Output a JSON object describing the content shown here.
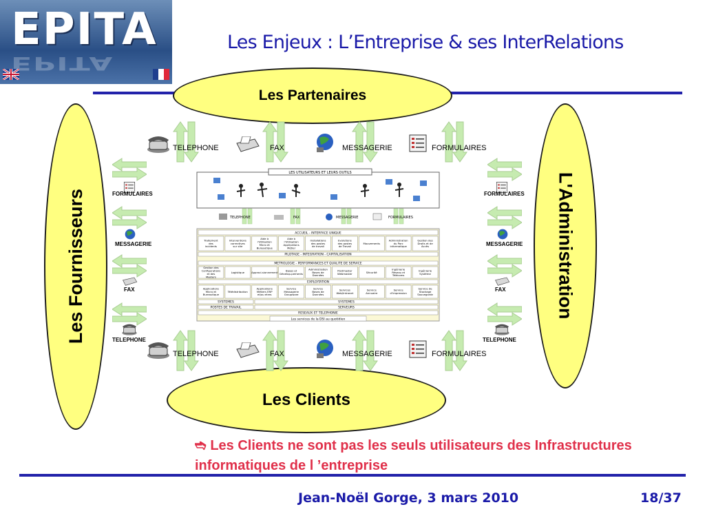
{
  "slide": {
    "logo_text": "EPITA",
    "title": "Les Enjeux : L’Entreprise & ses InterRelations",
    "partners": "Les Partenaires",
    "clients": "Les Clients",
    "suppliers": "Les Fournisseurs",
    "administration": "L'Administration",
    "channels_top": [
      "TELEPHONE",
      "FAX",
      "MESSAGERIE",
      "FORMULAIRES"
    ],
    "channels_bottom": [
      "TELEPHONE",
      "FAX",
      "MESSAGERIE",
      "FORMULAIRES"
    ],
    "left_labels": [
      "FORMULAIRES",
      "MESSAGERIE",
      "FAX",
      "TELEPHONE"
    ],
    "right_labels": [
      "FORMULAIRES",
      "MESSAGERIE",
      "FAX",
      "TELEPHONE"
    ],
    "note_arrow": "➬",
    "note_text": "Les Clients ne sont pas les seuls utilisateurs des Infrastructures informatiques de l ’entreprise",
    "author": "Jean-Noël Gorge, 3 mars 2010",
    "page": "18/37"
  },
  "diagram": {
    "users_header": "LES UTILISATEURS ET LEURS OUTILS",
    "inner_channels": [
      "TELEPHONE",
      "FAX",
      "MESSAGERIE",
      "FORMULAIRES"
    ],
    "accueil": "ACCUEIL - INTERFACE UNIQUE",
    "accueil_cells": [
      "Traitement des incidents",
      "Interventions correctives sur site",
      "Aide à l'Utilisation Micro et Bureautique",
      "Aide à l'Utilisation Applications Métier",
      "Installations des postes de travail",
      "Evolutions des postes de Travail",
      "Mouvements",
      "Administration du Parc informatique",
      "Gestion des Droits et de Accès"
    ],
    "pilotage": "PILOTAGE - INTEGRATION - CAPITALISATION",
    "metrologie": "METROLOGIE - PERFORMANCES ET QUALITE DE SERVICE",
    "metro_cells": [
      "Gestion des Configurations et des Masters",
      "Logistique",
      "Approvi-sionnement",
      "Bases et Dévelop-pements",
      "Administration Bases de Données",
      "Postmaster Webmaster",
      "Sécurité",
      "Ingénierie Réseau et Télécoms",
      "Ingénierie Système"
    ],
    "exploitation": "EXPLOITATION",
    "exploit_cells": [
      "Applications Micro et Bureautique",
      "Télédistribution",
      "Applications Métiers ERP et/ou etres",
      "Service Messagerie Groupware",
      "Service Bases de Données",
      "Services Web/Intranet",
      "Service Annuaire",
      "Service d’Impression",
      "Service de Stockage Sauvegarde"
    ],
    "systemes": "SYSTEMES",
    "postes": "POSTES DE TRAVAIL",
    "serveurs": "SERVEURS",
    "reseaux": "RESEAUX ET TELEPHONIE",
    "dsi": "Les services de la DSI au quotidien"
  },
  "colors": {
    "accent": "#1a1aa8",
    "ellipse": "#ffff80",
    "arrow": "#c6ebb0",
    "note": "#e0304a"
  }
}
